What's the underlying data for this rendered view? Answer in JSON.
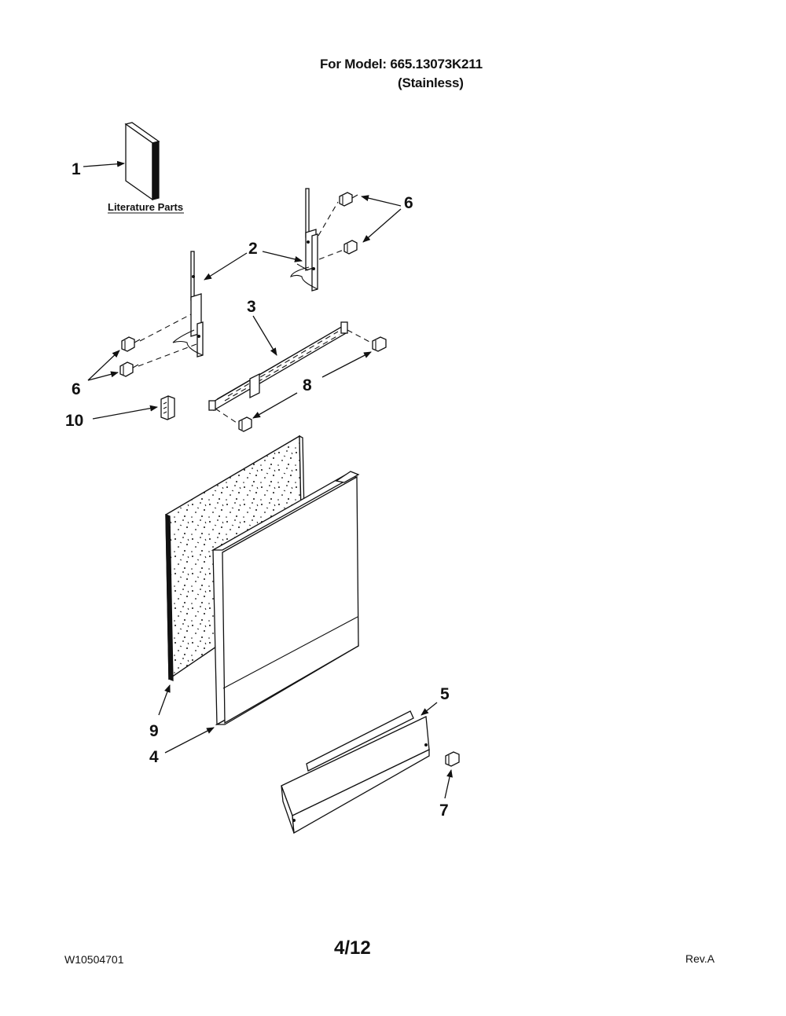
{
  "header": {
    "model_line": "For Model: 665.13073K211",
    "finish_line": "(Stainless)"
  },
  "literature_label": "Literature Parts",
  "callouts": [
    "1",
    "2",
    "3",
    "4",
    "5",
    "6",
    "6",
    "7",
    "8",
    "9",
    "10"
  ],
  "footer": {
    "doc_number": "W10504701",
    "page": "4/12",
    "revision": "Rev.A"
  }
}
